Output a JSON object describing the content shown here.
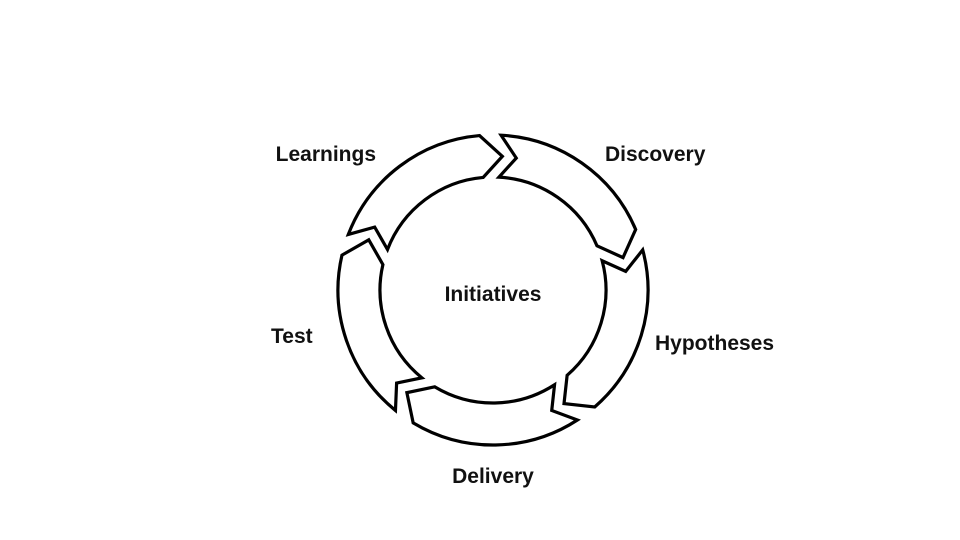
{
  "diagram": {
    "center_label": "Initiatives",
    "stages": [
      {
        "id": "discovery",
        "label": "Discovery"
      },
      {
        "id": "hypotheses",
        "label": "Hypotheses"
      },
      {
        "id": "delivery",
        "label": "Delivery"
      },
      {
        "id": "test",
        "label": "Test"
      },
      {
        "id": "learnings",
        "label": "Learnings"
      }
    ]
  }
}
